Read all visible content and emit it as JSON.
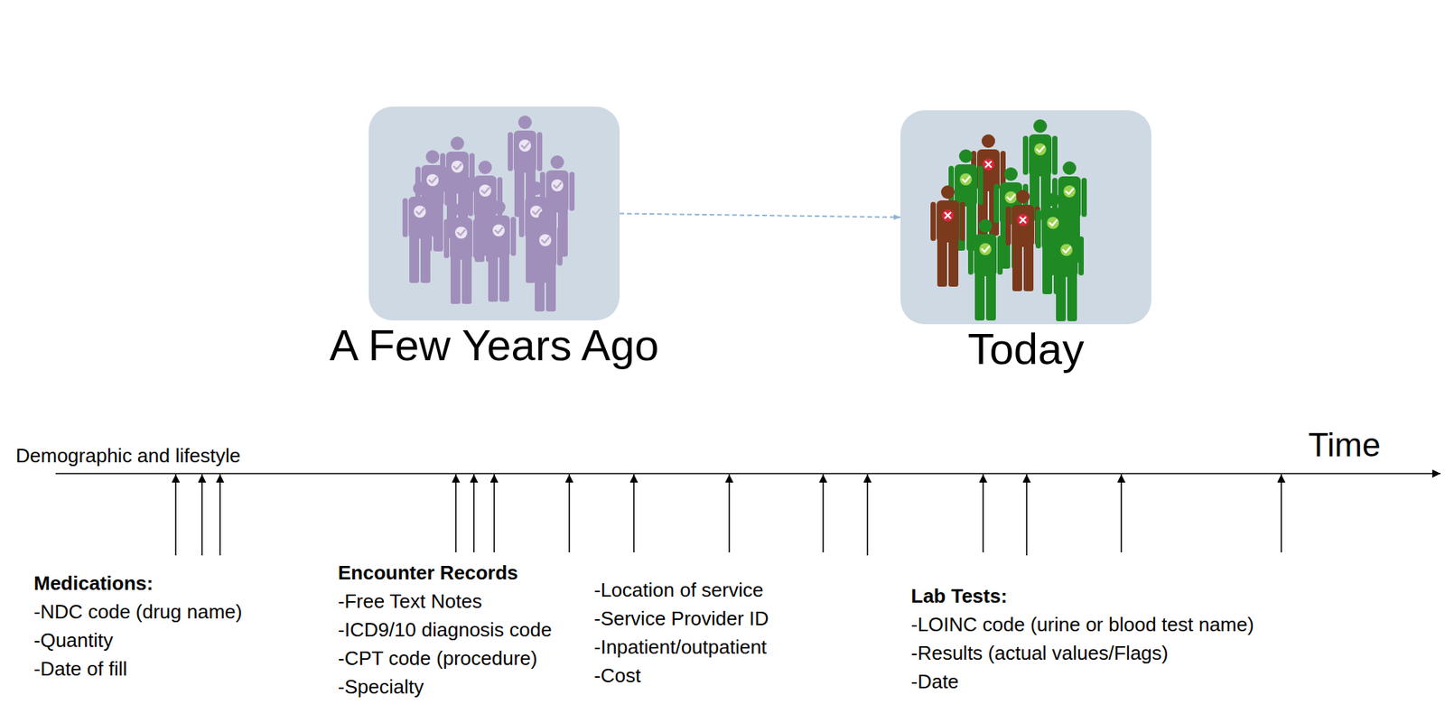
{
  "diagram": {
    "nodes": [
      {
        "text": [
          "A Few Years Ago"
        ]
      },
      {
        "text": [
          "Today"
        ]
      }
    ],
    "edges": [
      {
        "from": 0,
        "to": 1,
        "arrow": "to"
      }
    ],
    "labels": [
      "Time",
      "Demographic and lifestyle",
      "Medications:",
      "-NDC code (drug name)",
      "-Quantity",
      "-Date of fill",
      "Encounter Records",
      "-Free Text Notes",
      "-ICD9/10 diagnosis code",
      "-CPT code (procedure)",
      "-Specialty",
      "-Location of service",
      "-Service Provider ID",
      "-Inpatient/outpatient",
      "-Cost",
      "Lab Tests:",
      "-LOINC code (urine or blood test name)",
      "-Results (actual values/Flags)",
      "-Date"
    ]
  }
}
